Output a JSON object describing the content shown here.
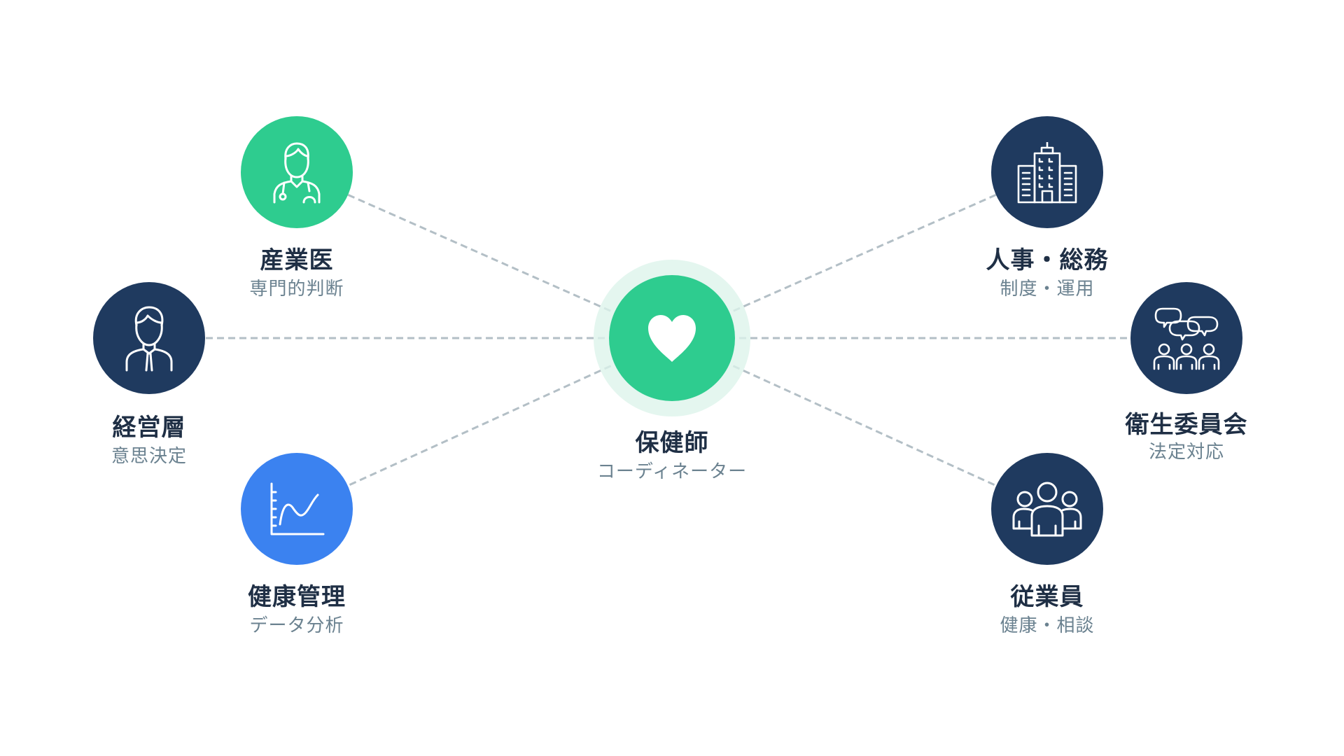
{
  "colors": {
    "green": "#2ecc8f",
    "navy": "#1f3a5f",
    "blue": "#3b82f0",
    "halo": "#e3f7ee",
    "line": "#b3bfc6",
    "title": "#1f2f45",
    "subtitle": "#6b8290"
  },
  "hub": {
    "title": "保健師",
    "subtitle": "コーディネーター",
    "icon": "heart-icon",
    "color": "green"
  },
  "nodes": [
    {
      "id": "industrial-physician",
      "title": "産業医",
      "subtitle": "専門的判断",
      "icon": "doctor-icon",
      "color": "green"
    },
    {
      "id": "management",
      "title": "経営層",
      "subtitle": "意思決定",
      "icon": "businessman-icon",
      "color": "navy"
    },
    {
      "id": "health-management",
      "title": "健康管理",
      "subtitle": "データ分析",
      "icon": "line-chart-icon",
      "color": "blue"
    },
    {
      "id": "hr-general-affairs",
      "title": "人事・総務",
      "subtitle": "制度・運用",
      "icon": "building-icon",
      "color": "navy"
    },
    {
      "id": "health-committee",
      "title": "衛生委員会",
      "subtitle": "法定対応",
      "icon": "committee-meeting-icon",
      "color": "navy"
    },
    {
      "id": "employees",
      "title": "従業員",
      "subtitle": "健康・相談",
      "icon": "group-people-icon",
      "color": "navy"
    }
  ]
}
